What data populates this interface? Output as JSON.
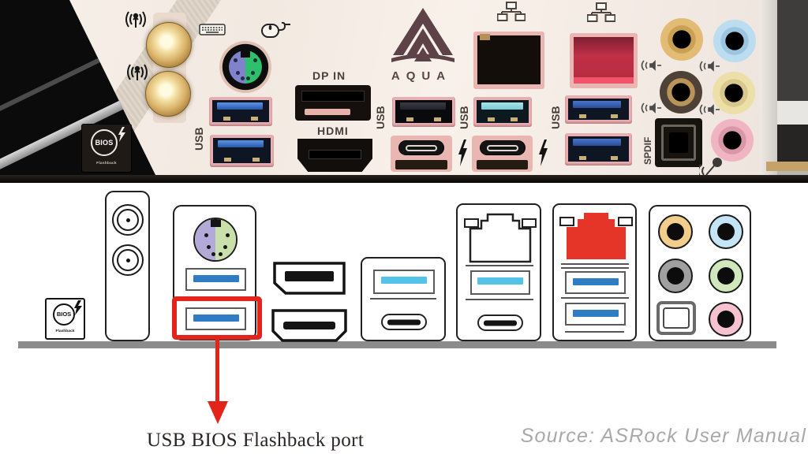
{
  "photo": {
    "bios_button": {
      "title": "BIOS",
      "subtitle": "Flashback"
    },
    "labels": {
      "usb": "USB",
      "dp_in": "DP IN",
      "hdmi": "HDMI",
      "spdif": "SPDIF"
    },
    "logo_text": "AQUA"
  },
  "diagram": {
    "bios_button": {
      "title": "BIOS",
      "subtitle": "Flashback"
    },
    "caption": "USB BIOS Flashback port"
  },
  "footer": {
    "source": "Source: ASRock User Manual"
  },
  "colors": {
    "highlight_red": "#e3241b",
    "lan_red": "#e53528",
    "usb_blue_stripe": "#2e7cc3",
    "usb_cyan_stripe": "#53c3e8",
    "io_bar_gray": "#8b8b8b",
    "bezel_pink": "#e9b6b2",
    "shield_white": "#f4ece5"
  },
  "icons": {
    "wifi": "wifi-antenna-icon",
    "keyboard": "keyboard-icon",
    "mouse": "mouse-icon",
    "network": "network-lan-icon",
    "thunderbolt": "thunderbolt-icon",
    "speaker": "speaker-waves-icon",
    "mic": "microphone-icon",
    "bolt": "lightning-bolt-icon"
  }
}
